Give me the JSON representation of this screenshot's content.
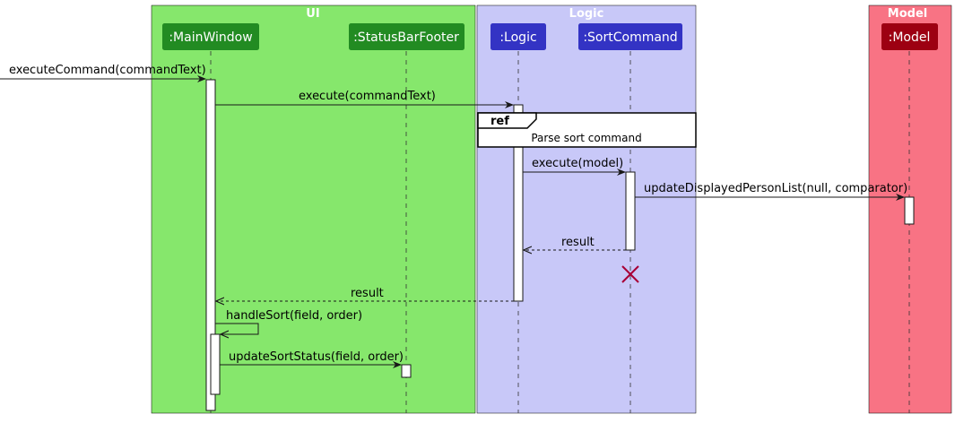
{
  "boxes": [
    {
      "title": "UI",
      "color": "#86E76C"
    },
    {
      "title": "Logic",
      "color": "#C8C8F8"
    },
    {
      "title": "Model",
      "color": "#F87384"
    }
  ],
  "participants": [
    {
      "label": ":MainWindow",
      "color": "#228B22"
    },
    {
      "label": ":StatusBarFooter",
      "color": "#228B22"
    },
    {
      "label": ":Logic",
      "color": "#3333C4"
    },
    {
      "label": ":SortCommand",
      "color": "#3333C4"
    },
    {
      "label": ":Model",
      "color": "#9D0012"
    }
  ],
  "messages": [
    {
      "label": "executeCommand(commandText)",
      "style": "solid"
    },
    {
      "label": "execute(commandText)",
      "style": "solid"
    },
    {
      "label": "execute(model)",
      "style": "solid"
    },
    {
      "label": "updateDisplayedPersonList(null, comparator)",
      "style": "solid"
    },
    {
      "label": "result",
      "style": "dashed"
    },
    {
      "label": "result",
      "style": "dashed"
    },
    {
      "label": "handleSort(field, order)",
      "style": "solid"
    },
    {
      "label": "updateSortStatus(field, order)",
      "style": "solid"
    }
  ],
  "ref": {
    "tag": "ref",
    "text": "Parse sort command"
  },
  "destroy_marker": {
    "icon": "destroy-x-icon",
    "color": "#A80036"
  }
}
